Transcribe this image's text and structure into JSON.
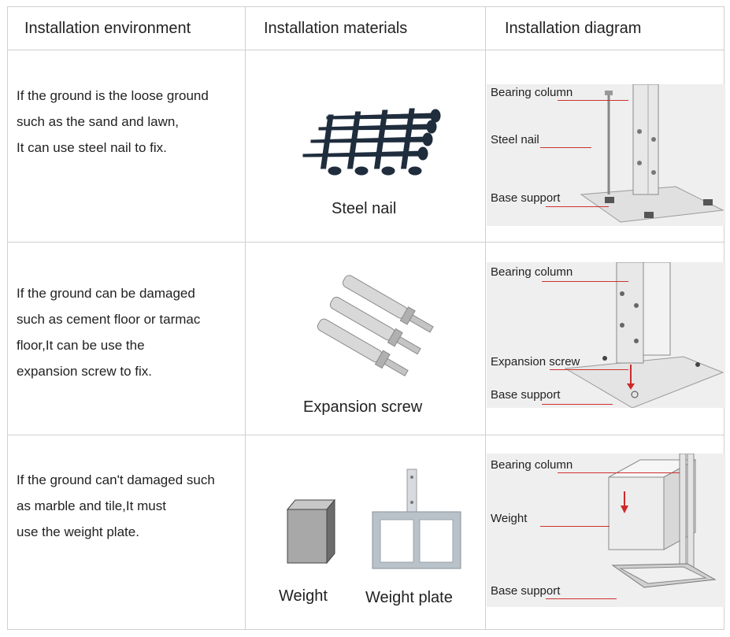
{
  "headers": {
    "environment": "Installation environment",
    "materials": "Installation materials",
    "diagram": "Installation diagram"
  },
  "rows": [
    {
      "environment_lines": [
        "If the ground is the loose ground",
        "such as the sand and lawn,",
        "It can use steel nail to fix."
      ],
      "material_caption": "Steel nail",
      "diagram_labels": {
        "top": "Bearing column",
        "middle": "Steel nail",
        "bottom": "Base support"
      }
    },
    {
      "environment_lines": [
        "If the ground can be damaged",
        "such as cement floor or tarmac",
        "floor,It can be use the",
        "expansion screw to fix."
      ],
      "material_caption": "Expansion screw",
      "diagram_labels": {
        "top": "Bearing column",
        "middle": "Expansion screw",
        "bottom": "Base support"
      }
    },
    {
      "environment_lines": [
        "If the ground can't damaged such",
        "as marble and tile,It must",
        "use the weight plate."
      ],
      "material_captions": [
        "Weight",
        "Weight plate"
      ],
      "diagram_labels": {
        "top": "Bearing column",
        "middle": "Weight",
        "bottom": "Base support"
      }
    }
  ],
  "colors": {
    "border": "#d0d0d0",
    "label_line": "#d03030",
    "diagram_bg": "#efefef",
    "nail": "#1f2d3d"
  },
  "icons": [
    "steel-nail-grid-image",
    "expansion-screw-image",
    "weight-block-image",
    "weight-plate-image",
    "base-support-diagram"
  ]
}
